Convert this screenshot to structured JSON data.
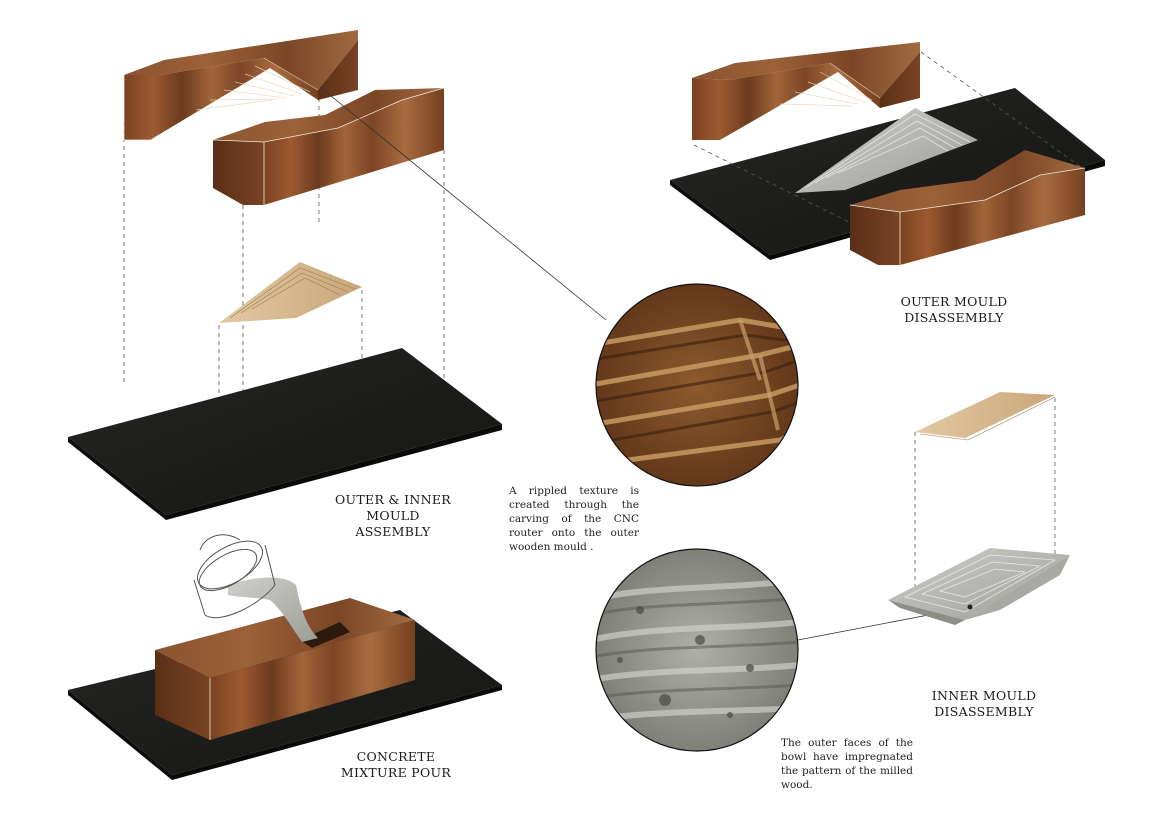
{
  "stages": {
    "assembly": {
      "lines": [
        "OUTER & INNER",
        "MOULD",
        "ASSEMBLY"
      ]
    },
    "outer_disassembly": {
      "lines": [
        "OUTER MOULD",
        "DISASSEMBLY"
      ]
    },
    "pour": {
      "lines": [
        "CONCRETE",
        "MIXTURE POUR"
      ]
    },
    "inner_disassembly": {
      "lines": [
        "INNER MOULD",
        "DISASSEMBLY"
      ]
    }
  },
  "notes": {
    "wood_texture": {
      "lines": [
        "A rippled texture is",
        "created through the",
        "carving of the CNC",
        "router onto the outer",
        "wooden mould ."
      ]
    },
    "concrete_texture": {
      "lines": [
        "The outer faces of the",
        "bowl have impregnated",
        "the pattern of the milled",
        "wood."
      ]
    }
  },
  "colors": {
    "wood_light": "#9a5a32",
    "wood_dark": "#5e3218",
    "slab": "#1c1c1a",
    "concrete": "#b9b9b5",
    "pale_wood": "#d8b98e"
  }
}
